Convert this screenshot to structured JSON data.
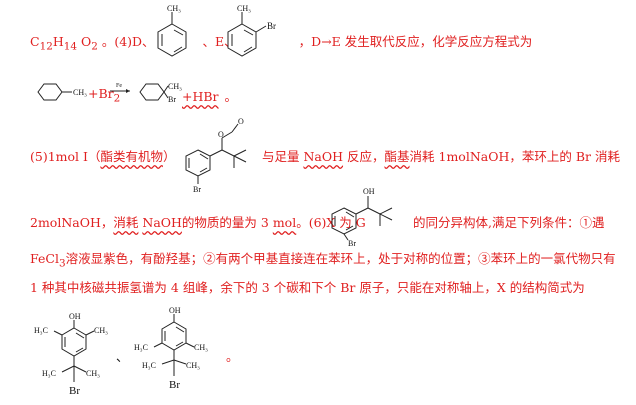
{
  "line1": {
    "text_a": "C",
    "sub_a": "12",
    "text_b": "H",
    "sub_b": "14",
    "text_c": " O",
    "sub_c": "2",
    "text_d": " 。(4)D、",
    "text_e": "、E、",
    "text_f": "，D→E 发生取代反应，化学反应方程式为",
    "label_ch3_d": "CH₃",
    "label_ch3_e": "CH₃",
    "label_br_e": "Br"
  },
  "equation": {
    "reactant_ch3": "CH₃",
    "plus_br2": "+Br",
    "br2_sub": "2",
    "catalyst": "Fe",
    "product_ch3": "CH₃",
    "product_br": "Br",
    "plus_hbr": "+HBr",
    "end": "。"
  },
  "line5": {
    "part1": "(5)1mol I（",
    "ester_word": "酯类有机物",
    "part2": "）",
    "part3": "与足量 ",
    "naoh": "NaOH",
    "part4": " 反应，",
    "ester_base": "酯基",
    "part5": "消耗 1molNaOH，苯环上的 Br 消耗",
    "struct_o1": "O",
    "struct_o2": "O",
    "struct_br": "Br"
  },
  "line6": {
    "part1": "2molNaOH，",
    "consume": "消耗",
    "naoh": "NaOH",
    "part2": "的物质的量为 3 ",
    "mol": "mol",
    "part3": "。(6)X 为 G",
    "part4": "的同分异构体,满足下列条件：①遇",
    "struct_oh": "OH",
    "struct_br": "Br"
  },
  "line7": {
    "fecl": "FeCl",
    "fecl_sub": "3",
    "text": "溶液显紫色，有酚羟基；②有两个甲基直接连在苯环上，处于对称的位置；③苯环上的一氯代物只有"
  },
  "line8": {
    "text": "1 种其中核磁共振氢谱为 4 组峰，余下的 3 个碳和下个 Br 原子，只能在对称轴上，X 的结构简式为"
  },
  "answers": {
    "s1": {
      "oh": "OH",
      "left": "H₃C",
      "right": "CH₃",
      "chain_left": "H₃C",
      "chain_right": "CH₃",
      "br": "Br"
    },
    "separator": "、",
    "s2": {
      "oh": "OH",
      "left": "H₃C",
      "right": "CH₃",
      "chain_left": "H₃C",
      "chain_right": "CH₃",
      "br": "Br"
    },
    "end": "。"
  }
}
